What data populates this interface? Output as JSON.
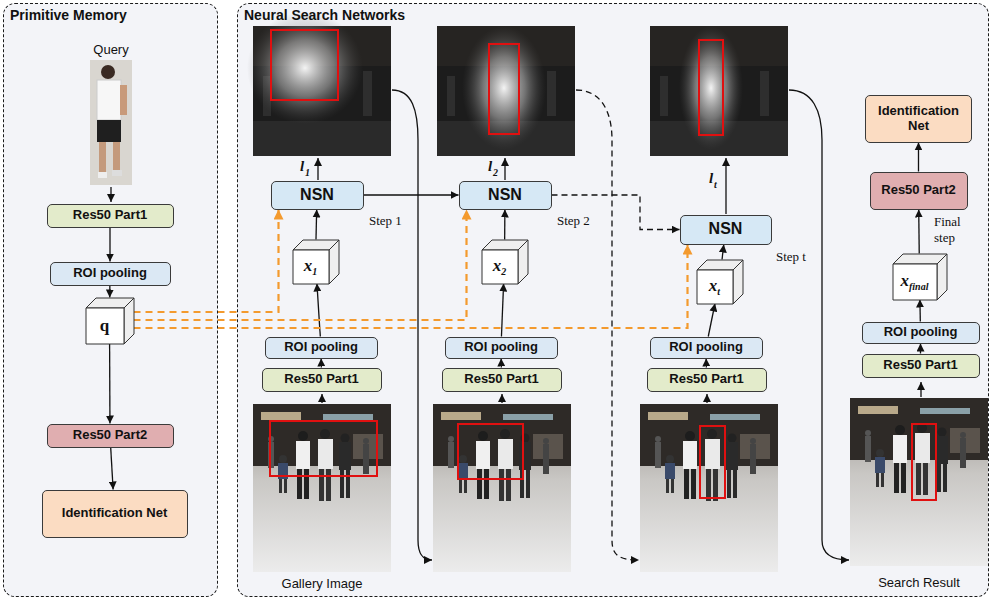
{
  "diagram": {
    "nodes": [
      {
        "text": [
          "Primitive Memory"
        ]
      },
      {
        "text": [
          "Neural Search Networks"
        ]
      },
      {
        "text": [
          "Res50 Part1"
        ],
        "in": 0
      },
      {
        "text": [
          "ROI pooling"
        ],
        "in": 0
      },
      {
        "text": [
          "q"
        ],
        "in": 0
      },
      {
        "text": [
          "Res50 Part2"
        ],
        "in": 0
      },
      {
        "text": [
          "Identification Net"
        ],
        "in": 0
      },
      {
        "text": [
          "NSN"
        ],
        "in": 1
      },
      {
        "text": [
          "x",
          "1"
        ],
        "in": 1
      },
      {
        "text": [
          "ROI pooling"
        ],
        "in": 1
      },
      {
        "text": [
          "Res50 Part1"
        ],
        "in": 1
      },
      {
        "text": [
          "NSN"
        ],
        "in": 1
      },
      {
        "text": [
          "x",
          "2"
        ],
        "in": 1
      },
      {
        "text": [
          "ROI pooling"
        ],
        "in": 1
      },
      {
        "text": [
          "Res50 Part1"
        ],
        "in": 1
      },
      {
        "text": [
          "NSN"
        ],
        "in": 1
      },
      {
        "text": [
          "x",
          "t"
        ],
        "in": 1
      },
      {
        "text": [
          "ROI pooling"
        ],
        "in": 1
      },
      {
        "text": [
          "Res50 Part1"
        ],
        "in": 1
      },
      {
        "text": [
          "Identification Net"
        ],
        "in": 1
      },
      {
        "text": [
          "Res50 Part2"
        ],
        "in": 1
      },
      {
        "text": [
          "x",
          "final"
        ],
        "in": 1
      },
      {
        "text": [
          "ROI pooling"
        ],
        "in": 1
      },
      {
        "text": [
          "Res50 Part1"
        ],
        "in": 1
      }
    ],
    "edges": [
      {
        "from": 2,
        "to": 3,
        "arrow": "to"
      },
      {
        "from": 3,
        "to": 4,
        "arrow": "to"
      },
      {
        "from": 4,
        "to": 5,
        "arrow": "to"
      },
      {
        "from": 5,
        "to": 6,
        "arrow": "to"
      },
      {
        "from": 10,
        "to": 9,
        "arrow": "to"
      },
      {
        "from": 9,
        "to": 8,
        "arrow": "to"
      },
      {
        "from": 8,
        "to": 7,
        "arrow": "to"
      },
      {
        "from": 14,
        "to": 13,
        "arrow": "to"
      },
      {
        "from": 13,
        "to": 12,
        "arrow": "to"
      },
      {
        "from": 12,
        "to": 11,
        "arrow": "to"
      },
      {
        "from": 18,
        "to": 17,
        "arrow": "to"
      },
      {
        "from": 17,
        "to": 16,
        "arrow": "to"
      },
      {
        "from": 16,
        "to": 15,
        "arrow": "to"
      },
      {
        "from": 7,
        "to": 11,
        "arrow": "to"
      },
      {
        "from": 11,
        "to": 15,
        "arrow": "to"
      },
      {
        "from": 4,
        "to": 7,
        "arrow": "to"
      },
      {
        "from": 4,
        "to": 11,
        "arrow": "to"
      },
      {
        "from": 4,
        "to": 15,
        "arrow": "to"
      },
      {
        "from": 23,
        "to": 22,
        "arrow": "to"
      },
      {
        "from": 22,
        "to": 21,
        "arrow": "to"
      },
      {
        "from": 21,
        "to": 20,
        "arrow": "to"
      },
      {
        "from": 20,
        "to": 19,
        "arrow": "to"
      }
    ],
    "labels": [
      "Query",
      "l",
      "1",
      "l",
      "2",
      "l",
      "t",
      "Step 1",
      "Step 2",
      "Step t",
      "Final step",
      "Gallery Image",
      "Search Result"
    ]
  }
}
